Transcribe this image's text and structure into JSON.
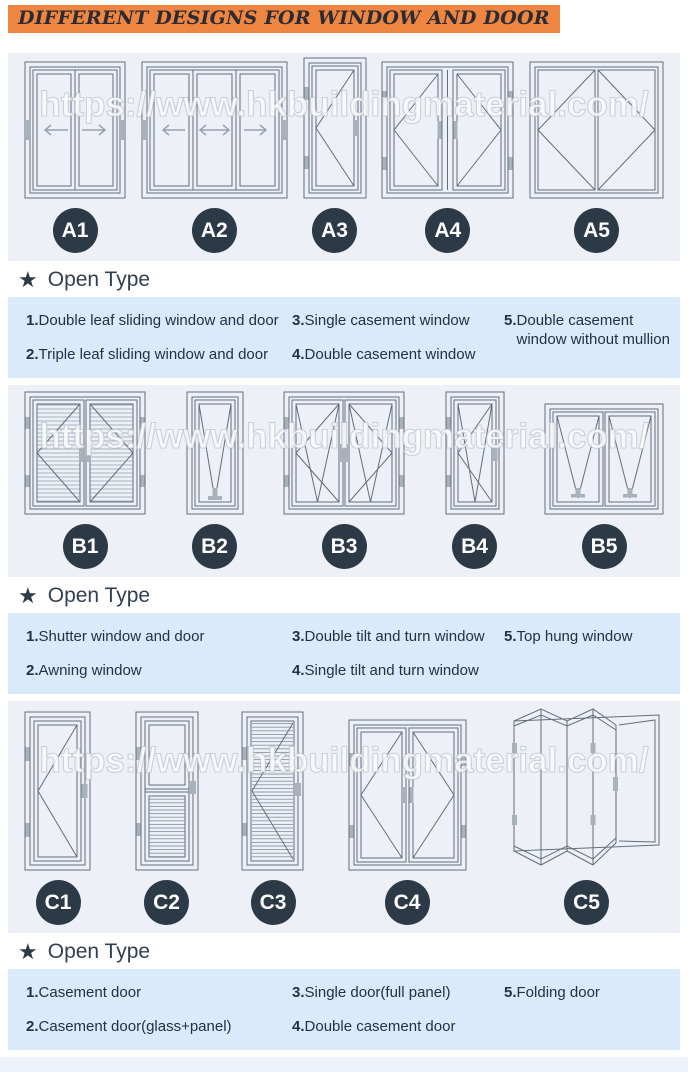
{
  "header": {
    "title": "DIFFERENT DESIGNS FOR WINDOW AND DOOR"
  },
  "watermark": "https://www.hkbuildingmaterial.com/",
  "open_type": {
    "star_icon": "★",
    "label": "Open Type"
  },
  "colors": {
    "banner_bg": "#ee8540",
    "banner_text": "#2b2b33",
    "drawing_strip_bg": "#edf1f7",
    "description_box_bg": "#d9eafa",
    "label_circle_bg": "#2b3a46",
    "label_circle_text": "#ffffff",
    "body_text": "#223143",
    "drawing_line": "#646d78"
  },
  "sections": [
    {
      "id": "A",
      "items": [
        {
          "label": "A1"
        },
        {
          "label": "A2"
        },
        {
          "label": "A3"
        },
        {
          "label": "A4"
        },
        {
          "label": "A5"
        }
      ],
      "descriptions": [
        {
          "num": "1.",
          "text": "Double leaf sliding window and door"
        },
        {
          "num": "2.",
          "text": "Triple leaf sliding window and door"
        },
        {
          "num": "3.",
          "text": "Single casement window"
        },
        {
          "num": "4.",
          "text": "Double casement window"
        },
        {
          "num": "5.",
          "text": "Double casement window without mullion"
        }
      ]
    },
    {
      "id": "B",
      "items": [
        {
          "label": "B1"
        },
        {
          "label": "B2"
        },
        {
          "label": "B3"
        },
        {
          "label": "B4"
        },
        {
          "label": "B5"
        }
      ],
      "descriptions": [
        {
          "num": "1.",
          "text": "Shutter window and door"
        },
        {
          "num": "2.",
          "text": "Awning window"
        },
        {
          "num": "3.",
          "text": "Double tilt and turn window"
        },
        {
          "num": "4.",
          "text": "Single tilt and turn window"
        },
        {
          "num": "5.",
          "text": "Top hung window"
        }
      ]
    },
    {
      "id": "C",
      "items": [
        {
          "label": "C1"
        },
        {
          "label": "C2"
        },
        {
          "label": "C3"
        },
        {
          "label": "C4"
        },
        {
          "label": "C5"
        }
      ],
      "descriptions": [
        {
          "num": "1.",
          "text": "Casement door"
        },
        {
          "num": "2.",
          "text": "Casement door(glass+panel)"
        },
        {
          "num": "3.",
          "text": "Single door(full panel)"
        },
        {
          "num": "4.",
          "text": "Double casement door"
        },
        {
          "num": "5.",
          "text": "Folding door"
        }
      ]
    }
  ]
}
